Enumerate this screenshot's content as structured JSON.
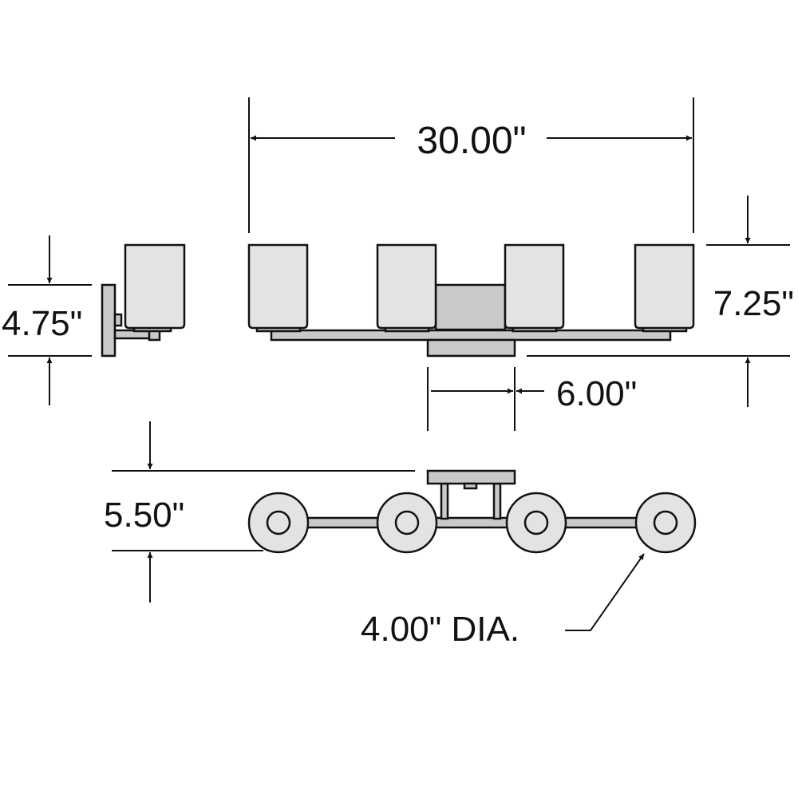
{
  "dimensions": {
    "width": "30.00\"",
    "height": "7.25\"",
    "side_height": "4.75\"",
    "backplate_width": "6.00\"",
    "extension": "5.50\"",
    "shade_diameter": "4.00\" DIA."
  },
  "colors": {
    "shade": "#e3e3e3",
    "metal": "#c9c9c9",
    "line": "#111111"
  }
}
